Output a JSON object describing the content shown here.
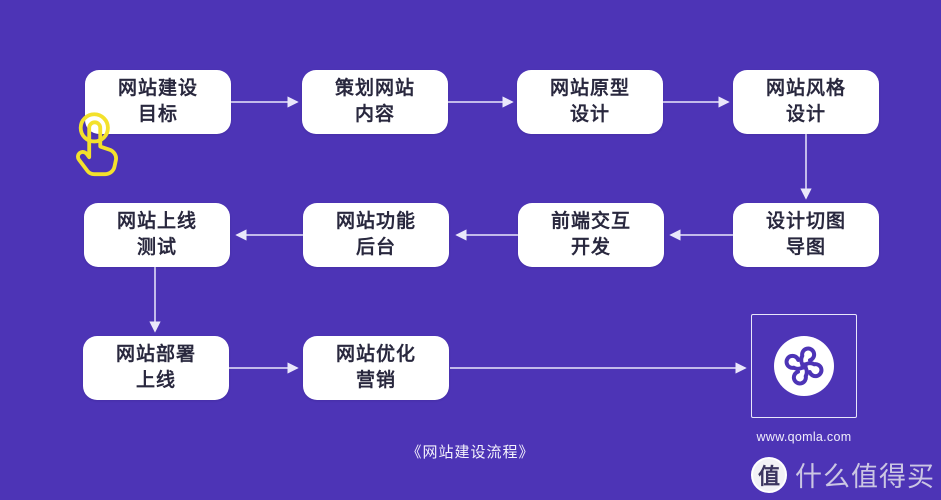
{
  "colors": {
    "background": "#4d34b6",
    "node_fill": "#ffffff",
    "node_text": "#29283e",
    "connector": "#eae7fb",
    "hand_icon_yellow": "#f3e12c",
    "logo_purple": "#4d34b6",
    "watermark_text": "#e2e1eb"
  },
  "icons": {
    "cursor": "tap-hand-icon",
    "logo": "qomla-clover-icon",
    "watermark": "zhi-circle-icon"
  },
  "flow": {
    "caption": "《网站建设流程》",
    "nodes": [
      {
        "id": "goal",
        "line1": "网站建设",
        "line2": "目标"
      },
      {
        "id": "plan-content",
        "line1": "策划网站",
        "line2": "内容"
      },
      {
        "id": "prototype",
        "line1": "网站原型",
        "line2": "设计"
      },
      {
        "id": "style-design",
        "line1": "网站风格",
        "line2": "设计"
      },
      {
        "id": "slice-export",
        "line1": "设计切图",
        "line2": "导图"
      },
      {
        "id": "frontend-dev",
        "line1": "前端交互",
        "line2": "开发"
      },
      {
        "id": "backend-function",
        "line1": "网站功能",
        "line2": "后台"
      },
      {
        "id": "launch-test",
        "line1": "网站上线",
        "line2": "测试"
      },
      {
        "id": "deploy",
        "line1": "网站部署",
        "line2": "上线"
      },
      {
        "id": "optimize-marketing",
        "line1": "网站优化",
        "line2": "营销"
      }
    ],
    "edges": [
      "goal→plan-content",
      "plan-content→prototype",
      "prototype→style-design",
      "style-design→slice-export",
      "slice-export→frontend-dev",
      "frontend-dev→backend-function",
      "backend-function→launch-test",
      "launch-test→deploy",
      "deploy→optimize-marketing",
      "optimize-marketing→logo"
    ],
    "logo": {
      "website": "www.qomla.com"
    }
  },
  "watermark": {
    "logo_char": "值",
    "brand": "什么值得买"
  }
}
